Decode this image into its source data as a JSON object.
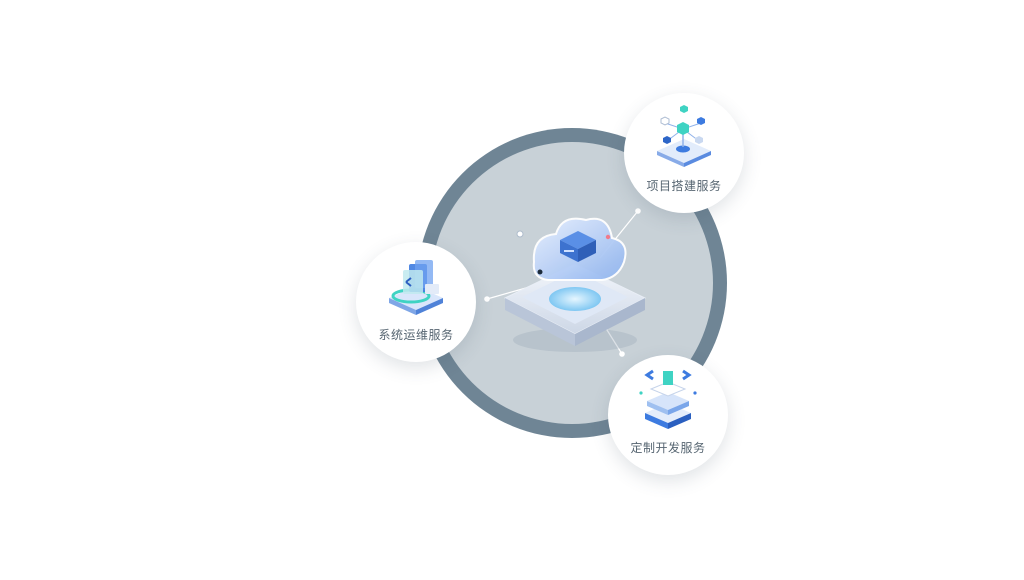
{
  "services": [
    {
      "key": "ops",
      "label": "系统运维服务",
      "icon": "operations-maintenance-icon"
    },
    {
      "key": "build",
      "label": "项目搭建服务",
      "icon": "project-setup-icon"
    },
    {
      "key": "dev",
      "label": "定制开发服务",
      "icon": "custom-development-icon"
    }
  ],
  "hub": {
    "icon": "cloud-server-icon"
  },
  "colors": {
    "ring": "#6f8595",
    "ring_fill": "#c8d1d7",
    "label_text": "#566571",
    "icon_blue": "#3d7be0",
    "icon_teal": "#3fd3c3"
  }
}
